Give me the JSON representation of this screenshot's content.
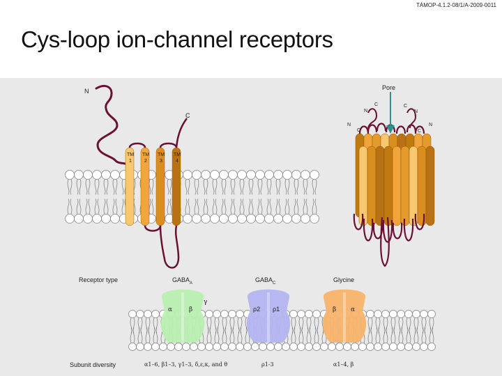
{
  "header": {
    "ref_code": "TÁMOP-4.1.2-08/1/A-2009-0011",
    "title": "Cys-loop ion-channel receptors"
  },
  "diagram": {
    "monomer": {
      "n_label": "N",
      "c_label": "C",
      "tm_labels": [
        {
          "line1": "TM",
          "line2": "1"
        },
        {
          "line1": "TM",
          "line2": "2"
        },
        {
          "line1": "TM",
          "line2": "3"
        },
        {
          "line1": "TM",
          "line2": "4"
        }
      ]
    },
    "pentamer": {
      "pore_label": "Pore",
      "terminal_labels": [
        "N",
        "C",
        "C",
        "N",
        "N",
        "C",
        "C",
        "N"
      ]
    },
    "table": {
      "row1_label": "Receptor type",
      "row2_label": "Subunit diversity",
      "receptors": [
        {
          "name": "GABA",
          "subscript": "A",
          "subunits": [
            "α",
            "β",
            "γ"
          ],
          "diversity": "α1–6, β1–3, γ1–3, δ,ε,κ, and θ",
          "color": "#b9efb0"
        },
        {
          "name": "GABA",
          "subscript": "C",
          "subunits": [
            "ρ2",
            "ρ1"
          ],
          "diversity": "ρ1-3",
          "color": "#b4b4f2"
        },
        {
          "name": "Glycine",
          "subscript": "",
          "subunits": [
            "β",
            "α"
          ],
          "diversity": "α1–4, β",
          "color": "#f8b36a"
        }
      ]
    }
  }
}
